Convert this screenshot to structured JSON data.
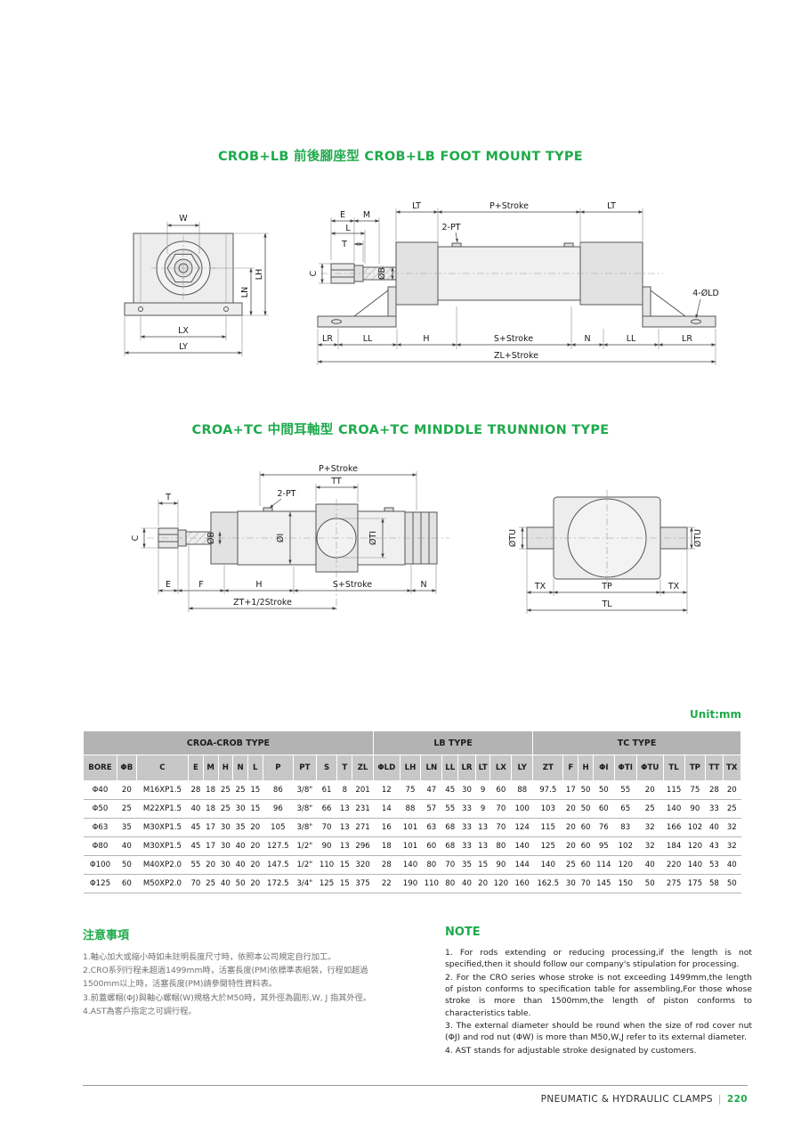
{
  "colors": {
    "accent": "#1faa4b",
    "table_group_bg": "#b3b3b3",
    "table_header_bg": "#c7c7c7"
  },
  "titles": {
    "section1": "CROB+LB 前後腳座型 CROB+LB FOOT MOUNT TYPE",
    "section2": "CROA+TC 中間耳軸型 CROA+TC MINDDLE TRUNNION TYPE"
  },
  "unit_label": "Unit:mm",
  "drawing1": {
    "front": {
      "W": "W",
      "LH": "LH",
      "LN": "LN",
      "LX": "LX",
      "LY": "LY"
    },
    "side": {
      "E": "E",
      "M": "M",
      "L": "L",
      "T": "T",
      "C": "C",
      "OB": "ØB",
      "LT": "LT",
      "P_STROKE": "P+Stroke",
      "PT2": "2-PT",
      "OLD4": "4-ØLD",
      "LR": "LR",
      "LL": "LL",
      "H": "H",
      "S_STROKE": "S+Stroke",
      "N": "N",
      "ZL_STROKE": "ZL+Stroke"
    }
  },
  "drawing2": {
    "side": {
      "P_STROKE": "P+Stroke",
      "TT": "TT",
      "PT2": "2-PT",
      "T": "T",
      "C": "C",
      "OB": "ØB",
      "OI": "ØI",
      "OTI": "ØTI",
      "E": "E",
      "F": "F",
      "H": "H",
      "S_STROKE": "S+Stroke",
      "N": "N",
      "ZT_STROKE": "ZT+1/2Stroke"
    },
    "end": {
      "OTU": "ØTU",
      "TX": "TX",
      "TP": "TP",
      "TL": "TL"
    }
  },
  "table": {
    "groups": [
      {
        "label": "CROA-CROB TYPE",
        "span": 13
      },
      {
        "label": "LB TYPE",
        "span": 8
      },
      {
        "label": "TC TYPE",
        "span": 10
      }
    ],
    "columns": [
      "BORE",
      "ΦB",
      "C",
      "E",
      "M",
      "H",
      "N",
      "L",
      "P",
      "PT",
      "S",
      "T",
      "ZL",
      "ΦLD",
      "LH",
      "LN",
      "LL",
      "LR",
      "LT",
      "LX",
      "LY",
      "ZT",
      "F",
      "H",
      "ΦI",
      "ΦTI",
      "ΦTU",
      "TL",
      "TP",
      "TT",
      "TX"
    ],
    "rows": [
      [
        "Φ40",
        "20",
        "M16XP1.5",
        "28",
        "18",
        "25",
        "25",
        "15",
        "86",
        "3/8\"",
        "61",
        "8",
        "201",
        "12",
        "75",
        "47",
        "45",
        "30",
        "9",
        "60",
        "88",
        "97.5",
        "17",
        "50",
        "50",
        "55",
        "20",
        "115",
        "75",
        "28",
        "20"
      ],
      [
        "Φ50",
        "25",
        "M22XP1.5",
        "40",
        "18",
        "25",
        "30",
        "15",
        "96",
        "3/8\"",
        "66",
        "13",
        "231",
        "14",
        "88",
        "57",
        "55",
        "33",
        "9",
        "70",
        "100",
        "103",
        "20",
        "50",
        "60",
        "65",
        "25",
        "140",
        "90",
        "33",
        "25"
      ],
      [
        "Φ63",
        "35",
        "M30XP1.5",
        "45",
        "17",
        "30",
        "35",
        "20",
        "105",
        "3/8\"",
        "70",
        "13",
        "271",
        "16",
        "101",
        "63",
        "68",
        "33",
        "13",
        "70",
        "124",
        "115",
        "20",
        "60",
        "76",
        "83",
        "32",
        "166",
        "102",
        "40",
        "32"
      ],
      [
        "Φ80",
        "40",
        "M30XP1.5",
        "45",
        "17",
        "30",
        "40",
        "20",
        "127.5",
        "1/2\"",
        "90",
        "13",
        "296",
        "18",
        "101",
        "60",
        "68",
        "33",
        "13",
        "80",
        "140",
        "125",
        "20",
        "60",
        "95",
        "102",
        "32",
        "184",
        "120",
        "43",
        "32"
      ],
      [
        "Φ100",
        "50",
        "M40XP2.0",
        "55",
        "20",
        "30",
        "40",
        "20",
        "147.5",
        "1/2\"",
        "110",
        "15",
        "320",
        "28",
        "140",
        "80",
        "70",
        "35",
        "15",
        "90",
        "144",
        "140",
        "25",
        "60",
        "114",
        "120",
        "40",
        "220",
        "140",
        "53",
        "40"
      ],
      [
        "Φ125",
        "60",
        "M50XP2.0",
        "70",
        "25",
        "40",
        "50",
        "20",
        "172.5",
        "3/4\"",
        "125",
        "15",
        "375",
        "22",
        "190",
        "110",
        "80",
        "40",
        "20",
        "120",
        "160",
        "162.5",
        "30",
        "70",
        "145",
        "150",
        "50",
        "275",
        "175",
        "58",
        "50"
      ]
    ]
  },
  "notes_zh": {
    "title": "注意事項",
    "items": [
      "1.軸心加大或縮小時如未註明長度尺寸時，依照本公司規定自行加工。",
      "2.CRO系列行程未超過1499mm時，活塞長度(PM)依標準表組裝，行程如超過1500mm以上時，活塞長度(PM)請參閱特性資料表。",
      "3.前蓋螺帽(ΦJ)與軸心螺帽(W)規格大於M50時，其外徑為圓形,W, J 指其外徑。",
      "4.AST為客戶指定之可調行程。"
    ]
  },
  "notes_en": {
    "title": "NOTE",
    "items": [
      "1. For rods extending or reducing processing,if the length is not specified,then it should follow our company's stipulation for processing.",
      "2. For the CRO series whose stroke is not exceeding 1499mm,the length of piston conforms to specification table for assembling,For those whose stroke is more than 1500mm,the length of piston conforms to characteristics table.",
      "3. The external diameter should be round when the size of rod cover nut (ΦJ) and rod nut (ΦW) is more than M50,W,J refer to its external diameter.",
      "4. AST stands for adjustable stroke designated by customers."
    ]
  },
  "footer": {
    "text": "PNEUMATIC & HYDRAULIC CLAMPS",
    "separator": "|",
    "page": "220"
  }
}
